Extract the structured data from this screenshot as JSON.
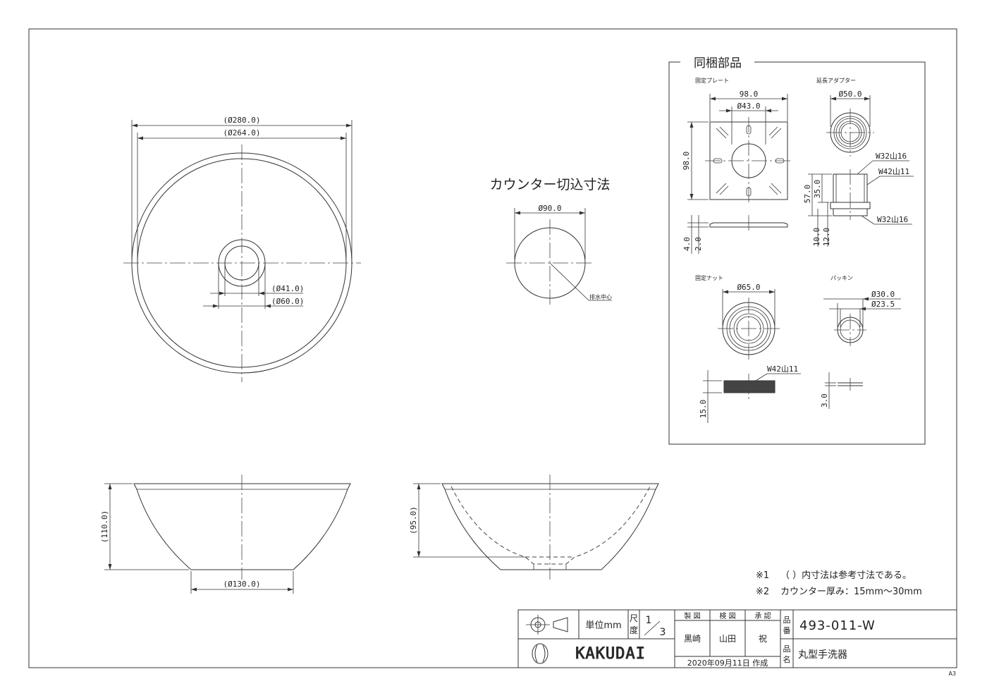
{
  "plan_view": {
    "dim_outer": "(Ø280.0)",
    "dim_inner": "(Ø264.0)",
    "dim_drain_inner": "(Ø41.0)",
    "dim_drain_outer": "(Ø60.0)"
  },
  "cutout": {
    "title": "カウンター切込寸法",
    "dim": "Ø90.0",
    "drain_center": "排水中心"
  },
  "side_view": {
    "height": "(110.0)",
    "base": "(Ø130.0)"
  },
  "section_view": {
    "height": "(95.0)"
  },
  "parts": {
    "title": "同梱部品",
    "plate": {
      "label": "固定プレート",
      "width": "98.0",
      "hole": "Ø43.0",
      "height": "98.0",
      "t1": "4.0",
      "t2": "2.0"
    },
    "adapter": {
      "label": "延長アダプター",
      "dia": "Ø50.0",
      "thread_top": "W32山16",
      "thread_mid": "W42山11",
      "thread_bottom": "W32山16",
      "h_total": "57.0",
      "h_upper": "35.0",
      "h_low1": "10.0",
      "h_low2": "12.0"
    },
    "nut": {
      "label": "固定ナット",
      "dia": "Ø65.0",
      "thread": "W42山11",
      "height": "15.0"
    },
    "packing": {
      "label": "パッキン",
      "outer": "Ø30.0",
      "inner": "Ø23.5",
      "thickness": "3.0"
    }
  },
  "notes": {
    "note1_mark": "※1",
    "note1_text": "（ ）内寸法は参考寸法である。",
    "note2_mark": "※2",
    "note2_text": "カウンター厚み：15mm～30mm"
  },
  "title_block": {
    "unit": "単位mm",
    "scale_label_1": "尺",
    "scale_label_2": "度",
    "scale_num": "1",
    "scale_den": "3",
    "made_by_label": "製 図",
    "checked_label": "検 図",
    "approved_label": "承 認",
    "made_by": "黒崎",
    "checked": "山田",
    "approved": "祝",
    "date": "2020年09月11日 作成",
    "part_no_label_1": "品",
    "part_no_label_2": "番",
    "part_no": "493-011-W",
    "part_name_label_1": "品",
    "part_name_label_2": "名",
    "part_name": "丸型手洗器",
    "brand": "KAKUDAI",
    "paper_size": "A3"
  }
}
